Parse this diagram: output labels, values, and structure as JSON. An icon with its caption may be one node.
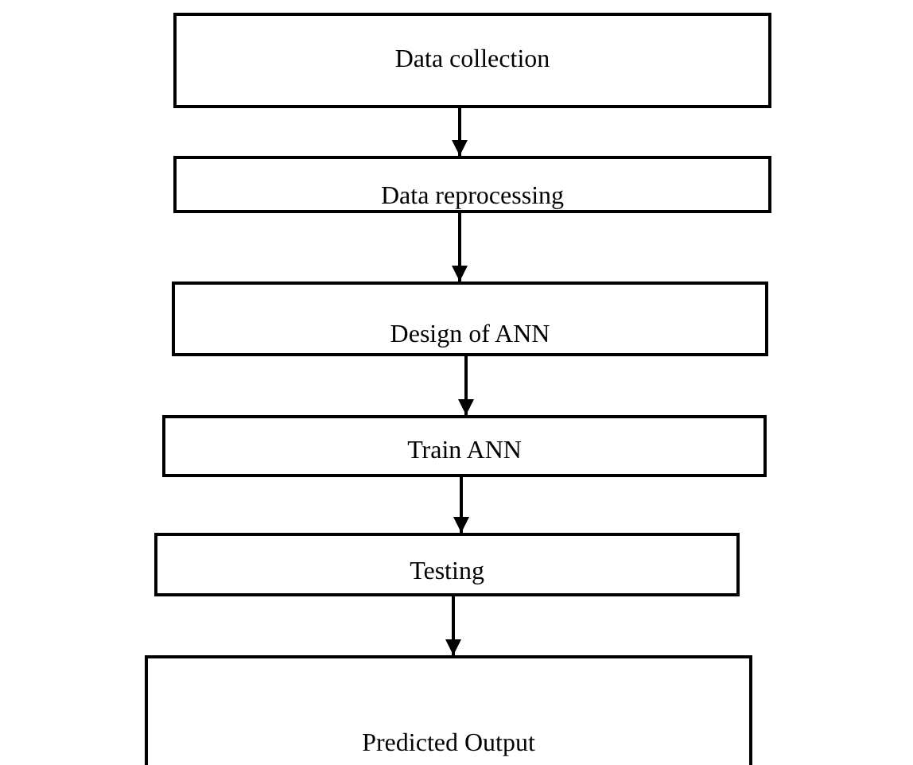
{
  "diagram": {
    "nodes": [
      {
        "text": [
          "Data collection"
        ]
      },
      {
        "text": [
          "Data reprocessing"
        ]
      },
      {
        "text": [
          "Design of ANN"
        ]
      },
      {
        "text": [
          "Train ANN"
        ]
      },
      {
        "text": [
          "Testing"
        ]
      },
      {
        "text": [
          "Predicted Output"
        ]
      }
    ],
    "edges": [
      {
        "from": 0,
        "to": 1,
        "arrow": "to"
      },
      {
        "from": 1,
        "to": 2,
        "arrow": "to"
      },
      {
        "from": 2,
        "to": 3,
        "arrow": "to"
      },
      {
        "from": 3,
        "to": 4,
        "arrow": "to"
      },
      {
        "from": 4,
        "to": 5,
        "arrow": "to"
      }
    ]
  }
}
